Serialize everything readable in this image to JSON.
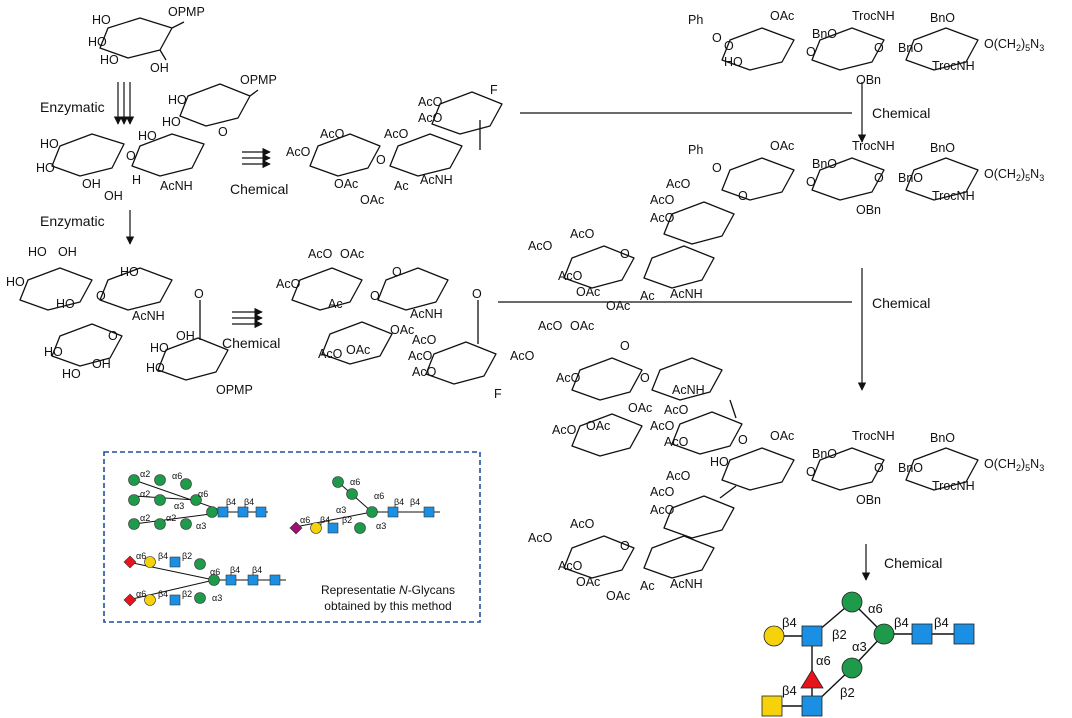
{
  "labels": {
    "enzymatic": "Enzymatic",
    "chemical": "Chemical"
  },
  "atoms": {
    "pmp": "OPMP",
    "ho": "HO",
    "oh": "OH",
    "f": "F",
    "aco": "AcO",
    "oac": "OAc",
    "ac": "Ac",
    "acnh": "AcNH",
    "h": "H",
    "o": "O",
    "ph": "Ph",
    "bno": "BnO",
    "obn": "OBn",
    "trocnh": "TrocNH",
    "linker": "O(CH",
    "linker_sub": "2",
    "linker_n": "5",
    "linker_end": ")",
    "azide": "N",
    "azide_sub": "3"
  },
  "legend": {
    "note_line1": "Representatie ",
    "note_italic": "N",
    "note_line1_end": "-Glycans",
    "note_line2": "obtained by this method",
    "linkages": {
      "a2": "α2",
      "a3": "α3",
      "a6": "α6",
      "b2": "β2",
      "b4": "β4"
    }
  },
  "product_glycan": {
    "linkages": [
      "β4",
      "β2",
      "α6",
      "α3",
      "β4",
      "β4",
      "α6",
      "β4",
      "β2"
    ]
  },
  "colors": {
    "mannose": "#1e9a4a",
    "glcnac": "#1a8fe3",
    "galactose": "#f5d20a",
    "fucose": "#e8141b",
    "sialic": "#a01070",
    "legend_border": "#1f4fa0"
  }
}
